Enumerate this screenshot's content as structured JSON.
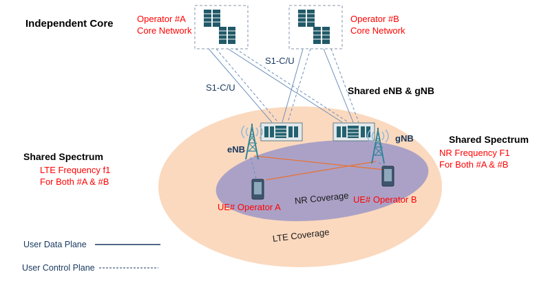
{
  "colors": {
    "red_label": "#ff0000",
    "navy_text": "#17375e",
    "connection_blue": "#6b8fbc",
    "radio_orange": "#e97132",
    "lte_coverage_fill": "#fbd9be",
    "nr_coverage_fill": "#aba1c6",
    "tower_teal": "#2e859c",
    "server_teal": "#215968"
  },
  "core_section": {
    "independent_core": "Independent Core",
    "operator_a": {
      "line1": "Operator #A",
      "line2": "Core Network"
    },
    "operator_b": {
      "line1": "Operator #B",
      "line2": "Core Network"
    },
    "s1_top": "S1-C/U",
    "s1_left": "S1-C/U"
  },
  "ran_section": {
    "shared_enb_gnb": "Shared eNB & gNB",
    "enb": "eNB",
    "gnb": "gNB",
    "nr_coverage": "NR Coverage",
    "lte_coverage": "LTE Coverage"
  },
  "spectrum_left": {
    "title": "Shared Spectrum",
    "line1": "LTE Frequency f1",
    "line2": "For Both #A & #B"
  },
  "spectrum_right": {
    "title": "Shared Spectrum",
    "line1": "NR Frequency F1",
    "line2": "For Both #A & #B"
  },
  "ues": {
    "ue_a": "UE# Operator A",
    "ue_b": "UE# Operator B"
  },
  "legend": {
    "data_plane": "User Data Plane",
    "control_plane": "User Control Plane"
  }
}
